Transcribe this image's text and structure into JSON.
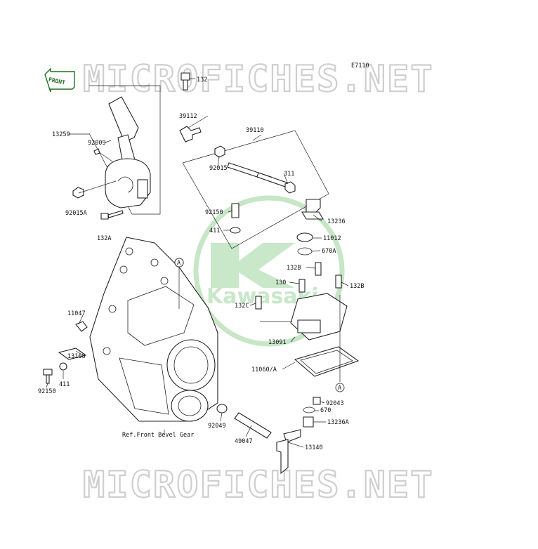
{
  "watermark": {
    "top": "MICROFICHES.NET",
    "bottom": "MICROFICHES.NET"
  },
  "logo": {
    "text": "Kawasaki",
    "ring_color": "#bfe3bf",
    "letter_color": "#c9e7c9"
  },
  "diagram_code": "E7110",
  "front_tag": "FRONT",
  "reference_note": "Ref.Front Bevel Gear",
  "callout_marker": "A",
  "parts": {
    "p132_top": "132",
    "p13259": "13259",
    "p92009": "92009",
    "p92015A": "92015A",
    "p132A": "132A",
    "p39112": "39112",
    "p39110": "39110",
    "p92015": "92015",
    "p311": "311",
    "p92150_top": "92150",
    "p13236": "13236",
    "p411_top": "411",
    "p11012": "11012",
    "p670A": "670A",
    "p132B_a": "132B",
    "p132B_b": "132B",
    "p130": "130",
    "p132C": "132C",
    "p13091": "13091",
    "p11047": "11047",
    "p13168": "13168",
    "p411_bot": "411",
    "p92150_bot": "92150",
    "p11060A": "11060/A",
    "p92043": "92043",
    "p670": "670",
    "p13236A": "13236A",
    "p92049": "92049",
    "p49047": "49047",
    "p13140": "13140"
  }
}
